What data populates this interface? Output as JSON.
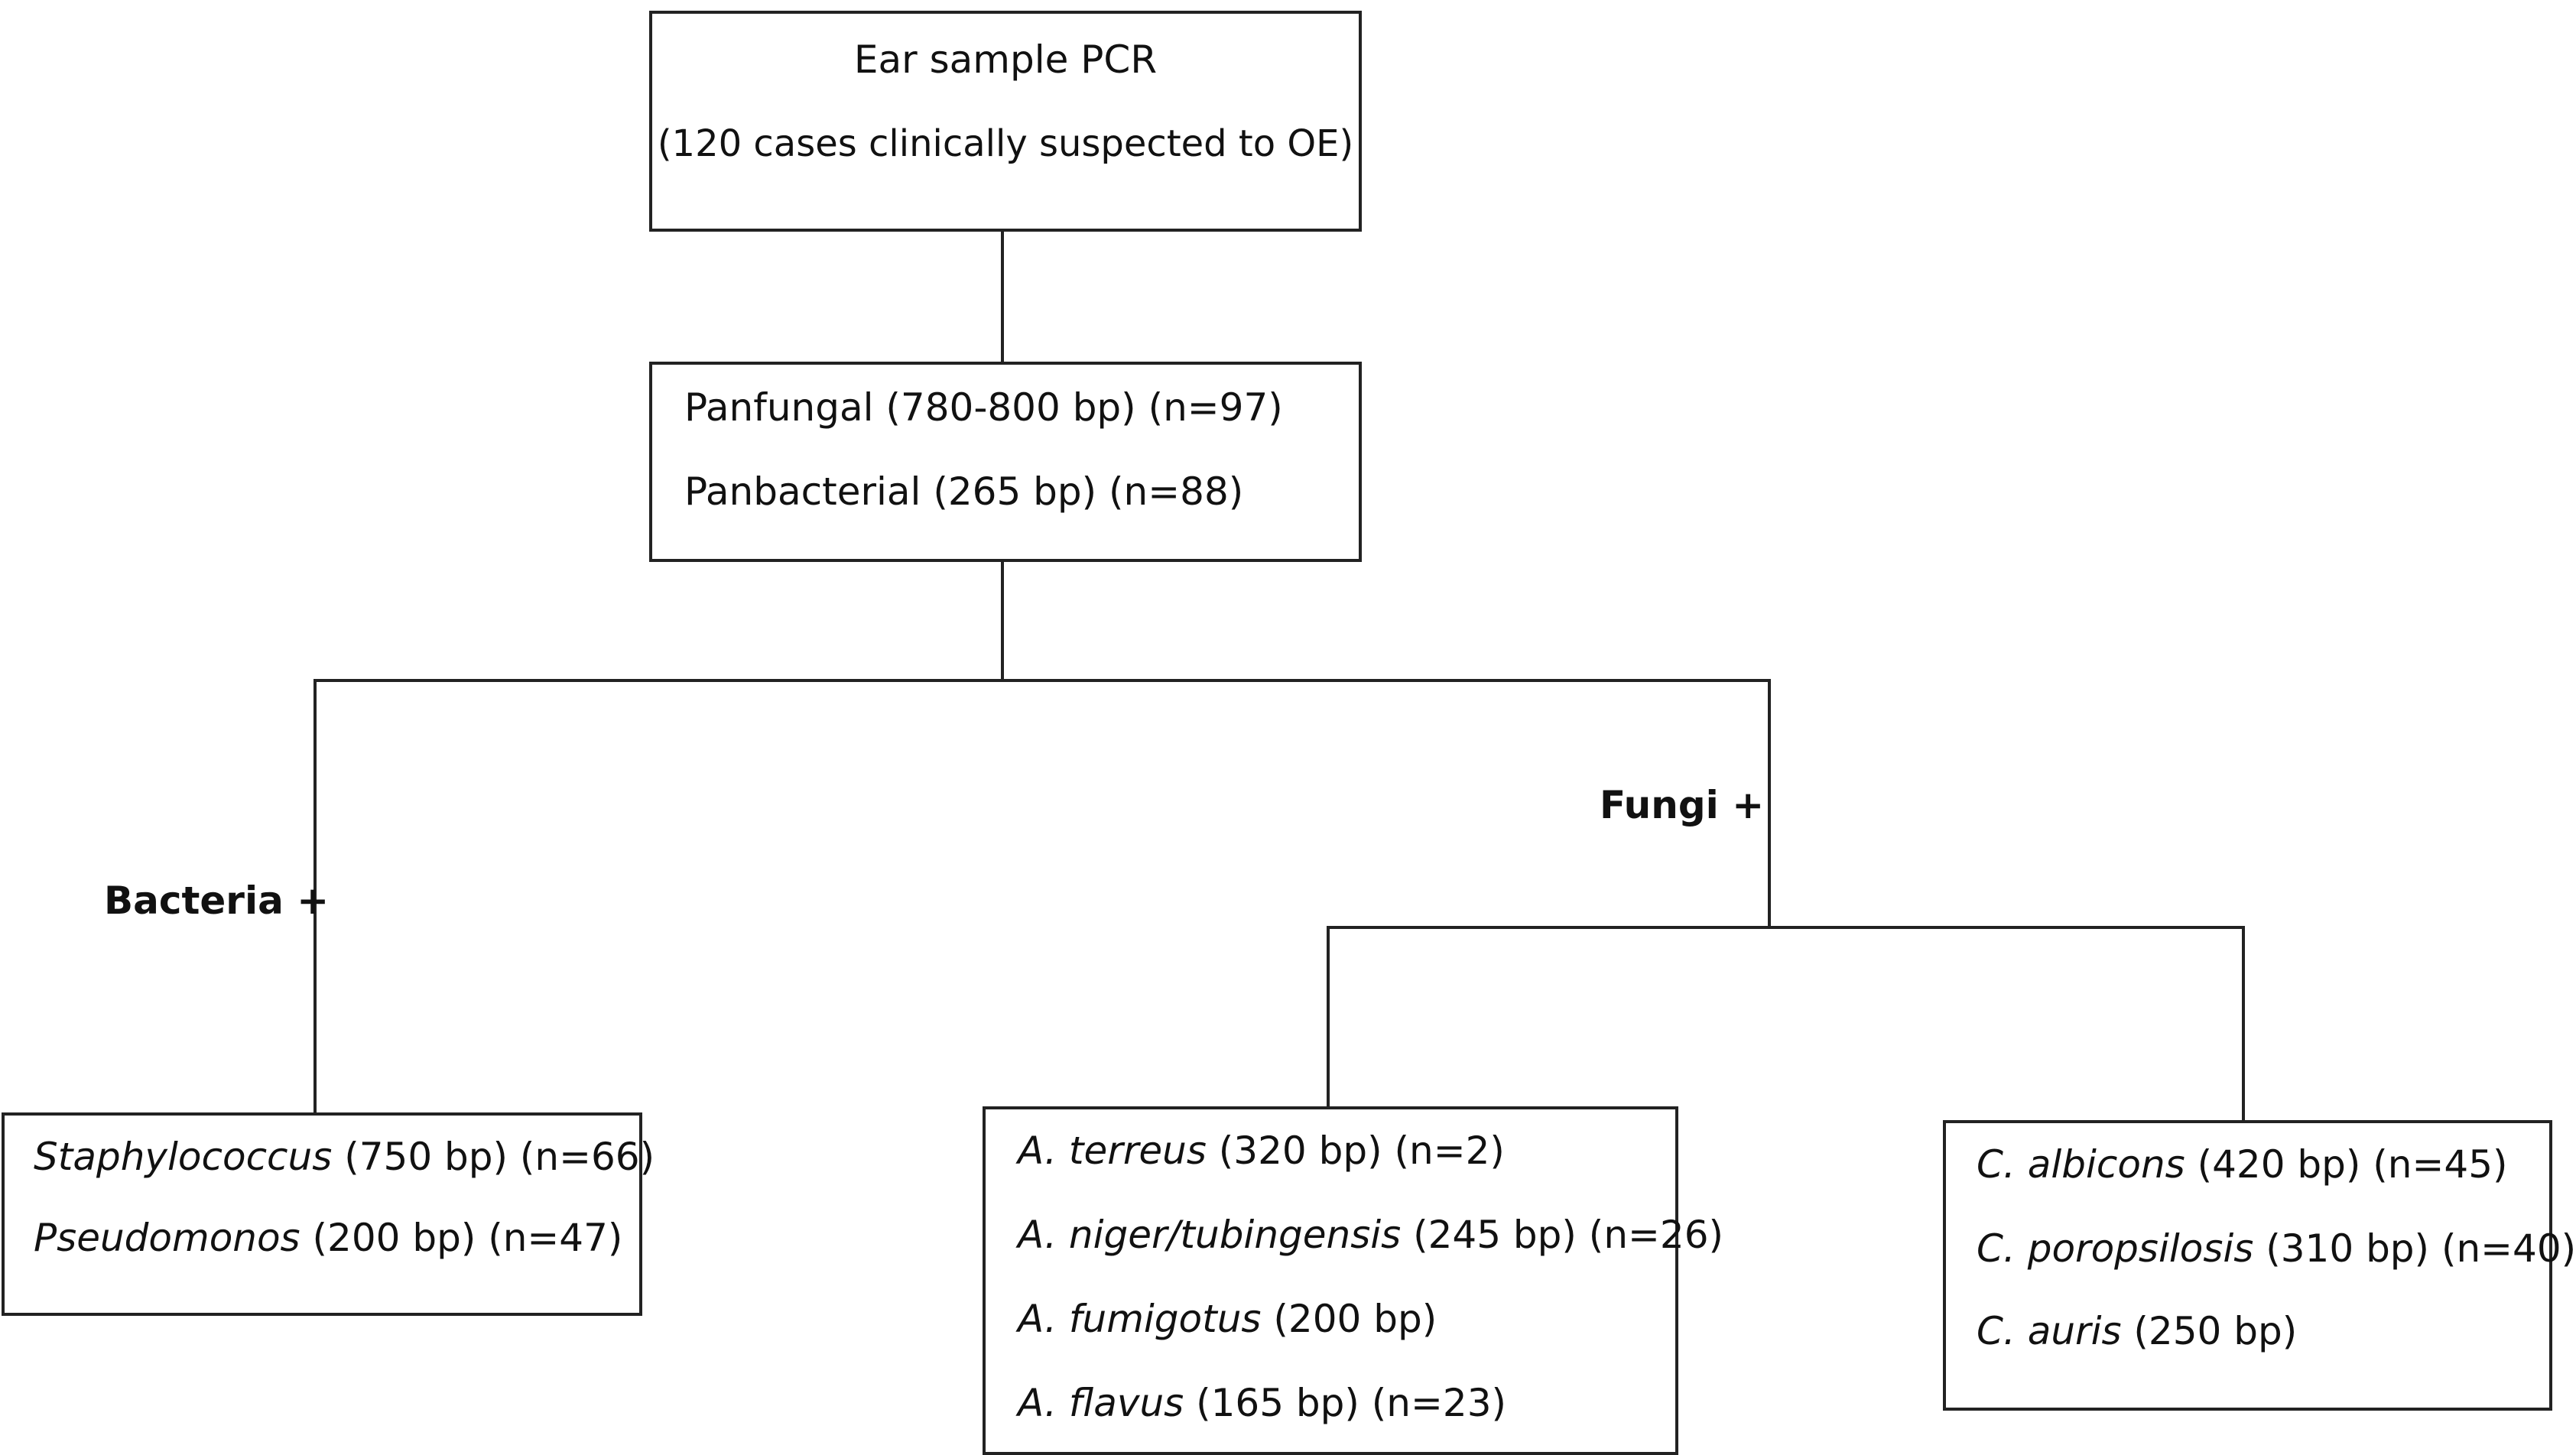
{
  "root": {
    "title": "Ear sample PCR",
    "subtitle": "(120 cases clinically suspected to OE)"
  },
  "screen": {
    "line1": "Panfungal (780-800 bp) (n=97)",
    "line2": "Panbacterial (265 bp) (n=88)"
  },
  "branches": {
    "bacteria_label": "Bacteria +",
    "fungi_label": "Fungi +"
  },
  "bacteria_box": {
    "items": [
      {
        "species": "Staphylococcus",
        "detail": " (750 bp) (n=66)"
      },
      {
        "species": "Pseudomonos",
        "detail": " (200 bp) (n=47)"
      }
    ]
  },
  "aspergillus_box": {
    "items": [
      {
        "species": "A. terreus",
        "detail": " (320 bp) (n=2)"
      },
      {
        "species": "A. niger/tubingensis",
        "detail": " (245 bp) (n=26)"
      },
      {
        "species": "A. fumigotus",
        "detail": " (200 bp)"
      },
      {
        "species": "A. flavus",
        "detail": " (165 bp) (n=23)"
      }
    ]
  },
  "candida_box": {
    "items": [
      {
        "species": "C. albicons",
        "detail": " (420 bp) (n=45)"
      },
      {
        "species": "C. poropsilosis",
        "detail": " (310 bp) (n=40)"
      },
      {
        "species": "C. auris",
        "detail": " (250 bp)"
      }
    ]
  },
  "colors": {
    "line": "#222222",
    "text": "#111111",
    "background": "#ffffff"
  }
}
